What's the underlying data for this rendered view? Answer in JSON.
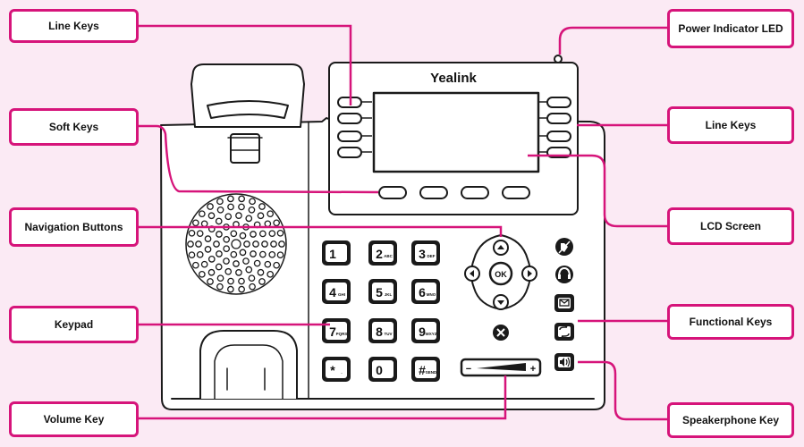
{
  "brand": "Yealink",
  "accent_color": "#d6147a",
  "callouts": {
    "line_keys_left": "Line Keys",
    "soft_keys": "Soft Keys",
    "navigation_buttons": "Navigation Buttons",
    "keypad": "Keypad",
    "volume_key": "Volume Key",
    "power_indicator_led": "Power Indicator LED",
    "line_keys_right": "Line Keys",
    "lcd_screen": "LCD Screen",
    "functional_keys": "Functional Keys",
    "speakerphone_key": "Speakerphone Key"
  },
  "keypad": [
    {
      "digit": "1",
      "sub": ""
    },
    {
      "digit": "2",
      "sub": "ABC"
    },
    {
      "digit": "3",
      "sub": "DEF"
    },
    {
      "digit": "4",
      "sub": "GHI"
    },
    {
      "digit": "5",
      "sub": "JKL"
    },
    {
      "digit": "6",
      "sub": "MNO"
    },
    {
      "digit": "7",
      "sub": "PQRS"
    },
    {
      "digit": "8",
      "sub": "TUV"
    },
    {
      "digit": "9",
      "sub": "WXYZ"
    },
    {
      "digit": "*",
      "sub": "."
    },
    {
      "digit": "0",
      "sub": ""
    },
    {
      "digit": "#",
      "sub": "SEND"
    }
  ],
  "nav_ok_label": "OK",
  "volume": {
    "minus": "−",
    "plus": "+"
  },
  "functional_key_icons": [
    "mute-icon",
    "headset-icon",
    "message-icon",
    "redial-icon"
  ],
  "speaker_icon": "speaker-icon"
}
